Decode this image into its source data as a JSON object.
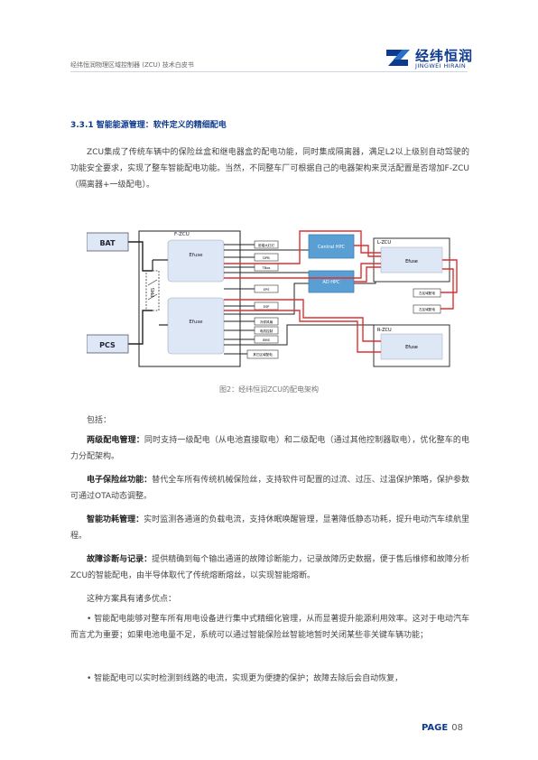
{
  "header": {
    "doc_title": "经纬恒润物理区域控制器 (ZCU) 技术白皮书",
    "logo_cn": "经纬恒润",
    "logo_en": "JINGWEI HIRAIN",
    "colors": {
      "brand_blue": "#0d3a8c",
      "accent_red": "#e03030",
      "box_blue": "#dde7f5",
      "hpc_blue": "#5a9fd4"
    }
  },
  "section": {
    "title": "3.3.1 智能能源管理：软件定义的精细配电",
    "intro": "ZCU集成了传统车辆中的保险丝盒和继电器盒的配电功能，同时集成隔离器，满足L2以上级别自动驾驶的功能安全要求，实现了整车智能配电功能。当然，不同整车厂可根据自己的电器架构来灵活配置是否增加F-ZCU（隔离器+一级配电）。"
  },
  "diagram": {
    "bat": "BAT",
    "pcs": "PCS",
    "pms": "PMS",
    "f_zcu": "F-ZCU",
    "efuse": "Efuse",
    "l_zcu": "L-ZCU",
    "r_zcu": "R-ZCU",
    "central_hpc": "Central HPC",
    "ad_hpc": "AD HPC",
    "loads_top": [
      "前端大灯灯",
      "DPB",
      "TBox"
    ],
    "loads_mid": [
      "EPS",
      "ESP"
    ],
    "loads_bottom": [
      "冷却风扇",
      "电机控制",
      "BMS"
    ],
    "load_zone_lower": "其它区域配电",
    "left_loads": [
      "左区域配电",
      "左区域配电"
    ]
  },
  "caption": "图2：经纬恒润ZCU的配电架构",
  "features": {
    "lead": "包括：",
    "items": [
      {
        "term": "两级配电管理：",
        "desc": "同时支持一级配电（从电池直接取电）和二级配电（通过其他控制器取电），优化整车的电力分配架构。"
      },
      {
        "term": "电子保险丝功能：",
        "desc": "替代全车所有传统机械保险丝，支持软件可配置的过流、过压、过温保护策略，保护参数可通过OTA动态调整。"
      },
      {
        "term": "智能功耗管理：",
        "desc": "实时监测各通道的负载电流，支持休眠唤醒管理，显著降低静态功耗，提升电动汽车续航里程。"
      },
      {
        "term": "故障诊断与记录：",
        "desc": "提供精确到每个输出通道的故障诊断能力，记录故障历史数据，便于售后维修和故障分析ZCU的智能配电，由半导体取代了传统熔断熔丝，以实现智能熔断。"
      }
    ],
    "advantages_lead": "这种方案具有诸多优点：",
    "bullets": [
      "• 智能配电能够对整车所有用电设备进行集中式精细化管理，从而显著提升能源利用效率。这对于电动汽车而言尤为重要；如果电池电量不足，系统可以通过智能保险丝智能地暂时关闭某些非关键车辆功能；",
      "• 智能配电可以实时检测到线路的电流，实现更为便捷的保护；故障去除后会自动恢复，"
    ]
  },
  "footer": {
    "page_label": "PAGE",
    "page_number": "08"
  }
}
